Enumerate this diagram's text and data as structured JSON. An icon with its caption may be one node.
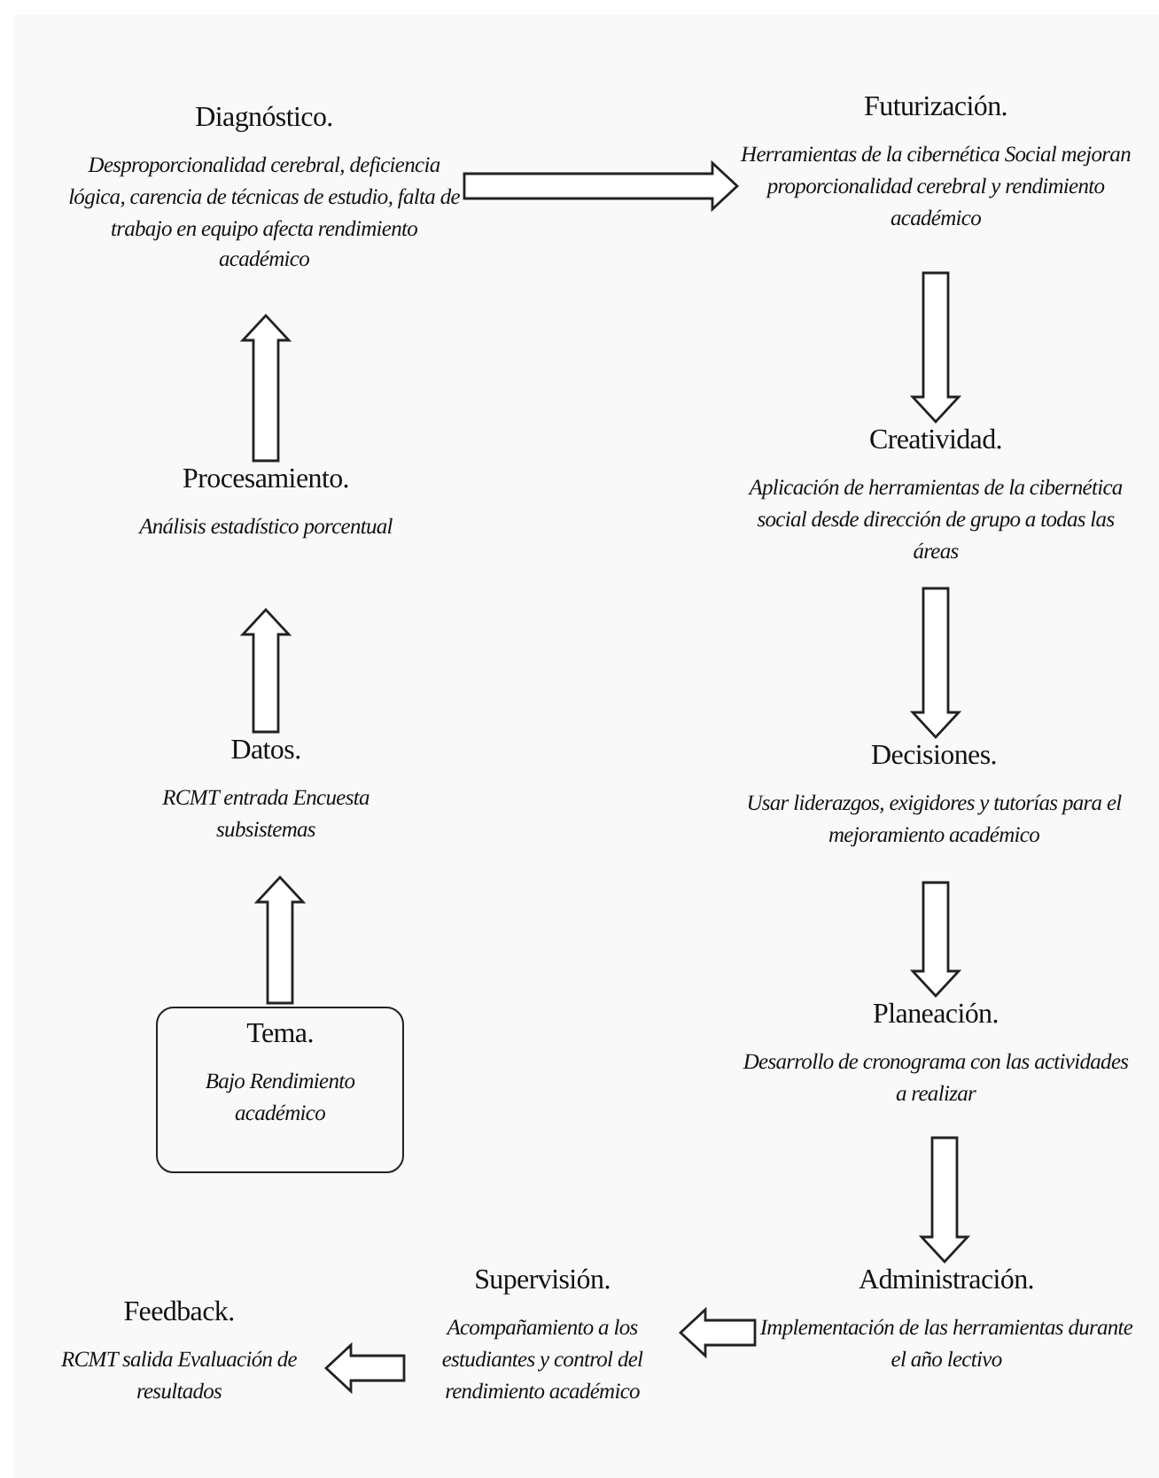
{
  "diagram": {
    "nodes": [
      {
        "text": [
          "Diagnóstico.",
          "Desproporcionalidad cerebral, deficiencia lógica, carencia de técnicas de estudio, falta de trabajo en equipo afecta rendimiento académico"
        ]
      },
      {
        "text": [
          "Futurización.",
          "Herramientas de la cibernética Social mejoran proporcionalidad cerebral y rendimiento académico"
        ]
      },
      {
        "text": [
          "Procesamiento.",
          "Análisis estadístico porcentual"
        ]
      },
      {
        "text": [
          "Creatividad.",
          "Aplicación de herramientas de la cibernética social desde dirección de grupo a todas las áreas"
        ]
      },
      {
        "text": [
          "Datos.",
          "RCMT entrada Encuesta subsistemas"
        ]
      },
      {
        "text": [
          "Decisiones.",
          "Usar liderazgos, exigidores y tutorías para el mejoramiento académico"
        ]
      },
      {
        "text": [
          "Tema.",
          "Bajo Rendimiento académico"
        ]
      },
      {
        "text": [
          "Planeación.",
          "Desarrollo de cronograma con las actividades a realizar"
        ]
      },
      {
        "text": [
          "Feedback.",
          "RCMT salida Evaluación de resultados"
        ]
      },
      {
        "text": [
          "Supervisión.",
          "Acompañamiento a los estudiantes y control del rendimiento académico"
        ]
      },
      {
        "text": [
          "Administración.",
          "Implementación de las herramientas durante el año lectivo"
        ]
      }
    ],
    "edges": [
      {
        "from": 6,
        "to": 4,
        "arrow": "to"
      },
      {
        "from": 4,
        "to": 2,
        "arrow": "to"
      },
      {
        "from": 2,
        "to": 0,
        "arrow": "to"
      },
      {
        "from": 0,
        "to": 1,
        "arrow": "to"
      },
      {
        "from": 1,
        "to": 3,
        "arrow": "to"
      },
      {
        "from": 3,
        "to": 5,
        "arrow": "to"
      },
      {
        "from": 5,
        "to": 7,
        "arrow": "to"
      },
      {
        "from": 7,
        "to": 10,
        "arrow": "to"
      },
      {
        "from": 10,
        "to": 9,
        "arrow": "to"
      },
      {
        "from": 9,
        "to": 8,
        "arrow": "to"
      }
    ]
  }
}
